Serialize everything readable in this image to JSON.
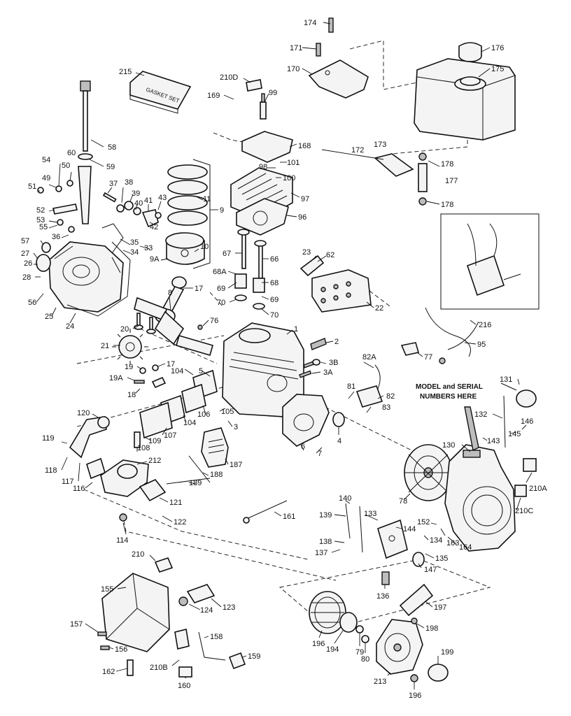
{
  "note_model_serial": [
    "MODEL and SERIAL",
    "NUMBERS HERE"
  ],
  "gasket_set_text": "GASKET SET",
  "callouts": [
    {
      "id": "174",
      "label": "174"
    },
    {
      "id": "171",
      "label": "171"
    },
    {
      "id": "170",
      "label": "170"
    },
    {
      "id": "176",
      "label": "176"
    },
    {
      "id": "175",
      "label": "175"
    },
    {
      "id": "215",
      "label": "215"
    },
    {
      "id": "210D",
      "label": "210D"
    },
    {
      "id": "169",
      "label": "169"
    },
    {
      "id": "99",
      "label": "99"
    },
    {
      "id": "168",
      "label": "168"
    },
    {
      "id": "58",
      "label": "58"
    },
    {
      "id": "59",
      "label": "59"
    },
    {
      "id": "60",
      "label": "60"
    },
    {
      "id": "54",
      "label": "54"
    },
    {
      "id": "50",
      "label": "50"
    },
    {
      "id": "49",
      "label": "49"
    },
    {
      "id": "51",
      "label": "51"
    },
    {
      "id": "52",
      "label": "52"
    },
    {
      "id": "53",
      "label": "53"
    },
    {
      "id": "55",
      "label": "55"
    },
    {
      "id": "57",
      "label": "57"
    },
    {
      "id": "27",
      "label": "27"
    },
    {
      "id": "26",
      "label": "26"
    },
    {
      "id": "28",
      "label": "28"
    },
    {
      "id": "56",
      "label": "56"
    },
    {
      "id": "25",
      "label": "25"
    },
    {
      "id": "24",
      "label": "24"
    },
    {
      "id": "37",
      "label": "37"
    },
    {
      "id": "38a",
      "label": "38"
    },
    {
      "id": "39",
      "label": "39"
    },
    {
      "id": "40",
      "label": "40"
    },
    {
      "id": "41",
      "label": "41"
    },
    {
      "id": "43",
      "label": "43"
    },
    {
      "id": "42",
      "label": "42"
    },
    {
      "id": "36",
      "label": "36"
    },
    {
      "id": "35",
      "label": "35"
    },
    {
      "id": "34",
      "label": "34"
    },
    {
      "id": "33",
      "label": "33"
    },
    {
      "id": "11",
      "label": "11"
    },
    {
      "id": "9",
      "label": "9"
    },
    {
      "id": "10",
      "label": "10"
    },
    {
      "id": "9A",
      "label": "9A"
    },
    {
      "id": "98",
      "label": "98"
    },
    {
      "id": "101",
      "label": "101"
    },
    {
      "id": "100",
      "label": "100"
    },
    {
      "id": "97",
      "label": "97"
    },
    {
      "id": "96",
      "label": "96"
    },
    {
      "id": "172",
      "label": "172"
    },
    {
      "id": "173",
      "label": "173"
    },
    {
      "id": "178a",
      "label": "178"
    },
    {
      "id": "177",
      "label": "177"
    },
    {
      "id": "178b",
      "label": "178"
    },
    {
      "id": "67",
      "label": "67"
    },
    {
      "id": "66",
      "label": "66"
    },
    {
      "id": "68A",
      "label": "68A"
    },
    {
      "id": "69a",
      "label": "69"
    },
    {
      "id": "68",
      "label": "68"
    },
    {
      "id": "70a",
      "label": "70"
    },
    {
      "id": "69b",
      "label": "69"
    },
    {
      "id": "70b",
      "label": "70"
    },
    {
      "id": "23",
      "label": "23"
    },
    {
      "id": "62",
      "label": "62"
    },
    {
      "id": "22",
      "label": "22"
    },
    {
      "id": "8",
      "label": "8"
    },
    {
      "id": "17a",
      "label": "17"
    },
    {
      "id": "76",
      "label": "76"
    },
    {
      "id": "1",
      "label": "1"
    },
    {
      "id": "2",
      "label": "2"
    },
    {
      "id": "20",
      "label": "20"
    },
    {
      "id": "21",
      "label": "21"
    },
    {
      "id": "19",
      "label": "19"
    },
    {
      "id": "17b",
      "label": "17"
    },
    {
      "id": "19A",
      "label": "19A"
    },
    {
      "id": "18",
      "label": "18"
    },
    {
      "id": "104a",
      "label": "104"
    },
    {
      "id": "5",
      "label": "5"
    },
    {
      "id": "3B",
      "label": "3B"
    },
    {
      "id": "3A",
      "label": "3A"
    },
    {
      "id": "82A",
      "label": "82A"
    },
    {
      "id": "81",
      "label": "81"
    },
    {
      "id": "82",
      "label": "82"
    },
    {
      "id": "83",
      "label": "83"
    },
    {
      "id": "216",
      "label": "216"
    },
    {
      "id": "77",
      "label": "77"
    },
    {
      "id": "95",
      "label": "95"
    },
    {
      "id": "131",
      "label": "131"
    },
    {
      "id": "132",
      "label": "132"
    },
    {
      "id": "146",
      "label": "146"
    },
    {
      "id": "145",
      "label": "145"
    },
    {
      "id": "143",
      "label": "143"
    },
    {
      "id": "130",
      "label": "130"
    },
    {
      "id": "210A",
      "label": "210A"
    },
    {
      "id": "210C",
      "label": "210C"
    },
    {
      "id": "120",
      "label": "120"
    },
    {
      "id": "105",
      "label": "105"
    },
    {
      "id": "106",
      "label": "106"
    },
    {
      "id": "104b",
      "label": "104"
    },
    {
      "id": "3",
      "label": "3"
    },
    {
      "id": "6",
      "label": "6"
    },
    {
      "id": "4",
      "label": "4"
    },
    {
      "id": "7",
      "label": "7"
    },
    {
      "id": "107",
      "label": "107"
    },
    {
      "id": "109",
      "label": "109"
    },
    {
      "id": "108",
      "label": "108"
    },
    {
      "id": "119",
      "label": "119"
    },
    {
      "id": "118",
      "label": "118"
    },
    {
      "id": "117",
      "label": "117"
    },
    {
      "id": "116",
      "label": "116"
    },
    {
      "id": "212",
      "label": "212"
    },
    {
      "id": "187",
      "label": "187"
    },
    {
      "id": "188",
      "label": "188"
    },
    {
      "id": "189",
      "label": "189"
    },
    {
      "id": "121",
      "label": "121"
    },
    {
      "id": "122",
      "label": "122"
    },
    {
      "id": "78",
      "label": "78"
    },
    {
      "id": "114",
      "label": "114"
    },
    {
      "id": "161",
      "label": "161"
    },
    {
      "id": "140",
      "label": "140"
    },
    {
      "id": "139",
      "label": "139"
    },
    {
      "id": "133",
      "label": "133"
    },
    {
      "id": "144",
      "label": "144"
    },
    {
      "id": "152",
      "label": "152"
    },
    {
      "id": "134",
      "label": "134"
    },
    {
      "id": "163",
      "label": "163"
    },
    {
      "id": "164",
      "label": "164"
    },
    {
      "id": "138",
      "label": "138"
    },
    {
      "id": "137",
      "label": "137"
    },
    {
      "id": "135",
      "label": "135"
    },
    {
      "id": "147",
      "label": "147"
    },
    {
      "id": "136",
      "label": "136"
    },
    {
      "id": "210",
      "label": "210"
    },
    {
      "id": "155",
      "label": "155"
    },
    {
      "id": "123",
      "label": "123"
    },
    {
      "id": "124",
      "label": "124"
    },
    {
      "id": "157",
      "label": "157"
    },
    {
      "id": "156",
      "label": "156"
    },
    {
      "id": "158",
      "label": "158"
    },
    {
      "id": "162",
      "label": "162"
    },
    {
      "id": "210B",
      "label": "210B"
    },
    {
      "id": "160",
      "label": "160"
    },
    {
      "id": "159",
      "label": "159"
    },
    {
      "id": "197",
      "label": "197"
    },
    {
      "id": "198",
      "label": "198"
    },
    {
      "id": "196a",
      "label": "196"
    },
    {
      "id": "194",
      "label": "194"
    },
    {
      "id": "79",
      "label": "79"
    },
    {
      "id": "80",
      "label": "80"
    },
    {
      "id": "199",
      "label": "199"
    },
    {
      "id": "213",
      "label": "213"
    },
    {
      "id": "196b",
      "label": "196"
    }
  ]
}
